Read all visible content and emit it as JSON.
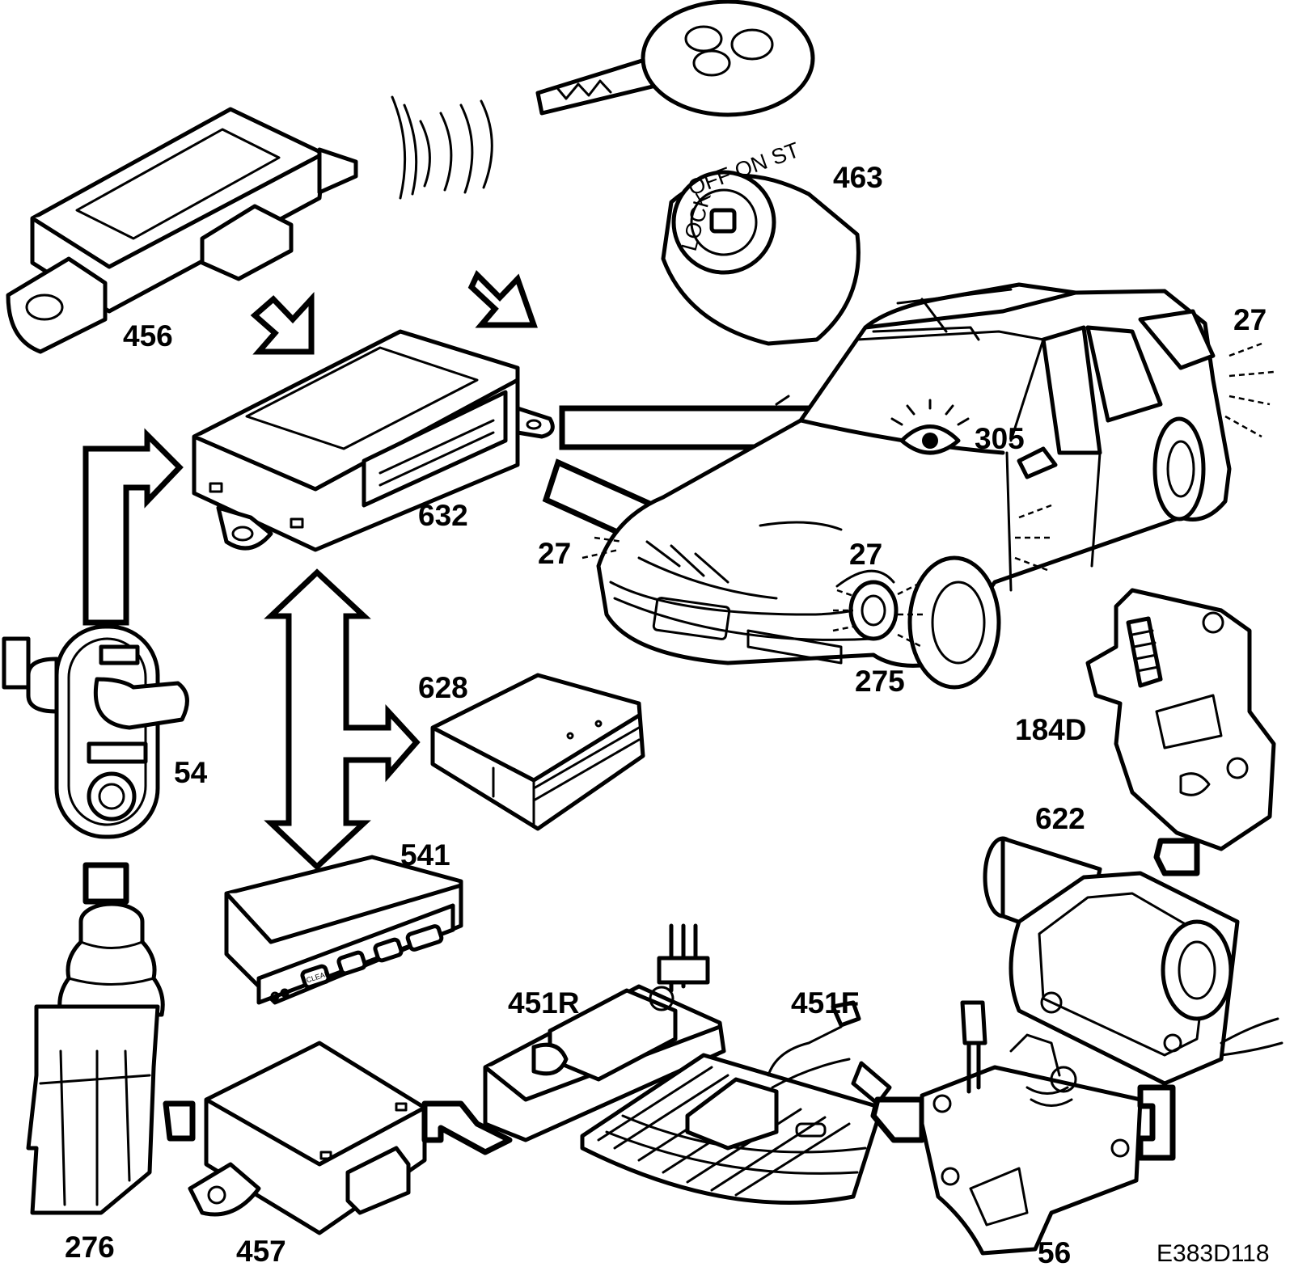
{
  "components": [
    {
      "id": "key_fob",
      "label": ""
    },
    {
      "id": "ignition_switch",
      "label": "463",
      "switch_marks": "OFF ON ST",
      "lock_mark": "LOCK"
    },
    {
      "id": "receiver",
      "label": "456"
    },
    {
      "id": "control_module",
      "label": "632"
    },
    {
      "id": "vehicle",
      "label": ""
    },
    {
      "id": "indicator_eye",
      "label": "305"
    },
    {
      "id": "lamp_rear",
      "label": "27"
    },
    {
      "id": "lamp_front_left",
      "label": "27"
    },
    {
      "id": "lamp_front_right",
      "label": "27"
    },
    {
      "id": "horn",
      "label": "275"
    },
    {
      "id": "door_switch",
      "label": "54"
    },
    {
      "id": "module_628",
      "label": "628"
    },
    {
      "id": "display_panel",
      "label": "541",
      "button_label": "CLEAR"
    },
    {
      "id": "gear_selector",
      "label": "276"
    },
    {
      "id": "module_457",
      "label": "457"
    },
    {
      "id": "sensor_rear",
      "label": "451R"
    },
    {
      "id": "sensor_front",
      "label": "451F"
    },
    {
      "id": "lock_56",
      "label": "56"
    },
    {
      "id": "actuator_622",
      "label": "622"
    },
    {
      "id": "lock_184d",
      "label": "184D"
    }
  ],
  "figure_code": "E383D118"
}
